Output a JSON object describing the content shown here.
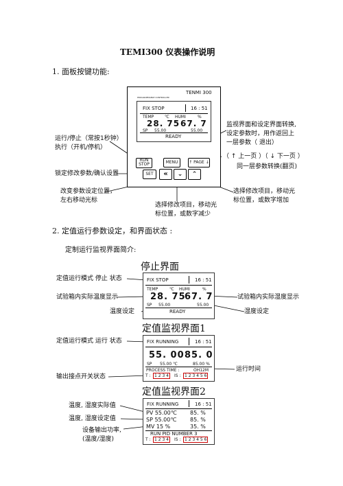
{
  "doc": {
    "title": "TEMI300  仪表操作说明",
    "s1": "1.   面板按键功能:",
    "s2": "2.   定值运行参数设定，和界面状态  :",
    "s2sub": "定制运行监视界面简介:"
  },
  "panel": {
    "brand": "TENMI 300",
    "small": "PROGRAMMABLE CONTROLLER",
    "mode": "FIX  STOP",
    "time": "16 : 51",
    "temp": "TEMP",
    "tempUnit": "℃",
    "humi": "HUMI",
    "humiUnit": "%",
    "tval": "28. 75",
    "hval": "67. 7",
    "sp": "SP",
    "spT": "55.00",
    "spH": "55.00",
    "state": "READY",
    "keys": {
      "run": "RUN\nSTOP",
      "menu": "MENU",
      "page": "PAGE",
      "set": "SET"
    },
    "annot": {
      "run": "运行/停止（常按1秒钟）\n执行（开机/停机）",
      "set": "锁定修改参数/确认设置",
      "leftright": "改变参数设定位置，\n左右移动光标",
      "updown": "选择修改项目，移动光\n标位置，或数字减少",
      "upadd": "选择修改项目，移动光\n标位置，或数字增加",
      "menu": "监视界面和设定界面转换,\n设定参数时，用作返回上\n一层参数（ 退出）",
      "pagearr": "（ ↑ 上一页 ）（ ↓ 下一页 ）",
      "page": "同一层参数转换(翻页)"
    }
  },
  "screens": {
    "stop": {
      "heading": "停止界面",
      "mode": "FIX  STOP",
      "time": "16 : 51",
      "temp": "TEMP",
      "tempUnit": "℃",
      "humi": "HUMI",
      "humiUnit": "%",
      "tval": "28. 75",
      "hval": "67. 7",
      "sp": "SP",
      "spT": "55.00",
      "spH": "55.00",
      "state": "READY",
      "ann_mode": "定值运行模式  停止  状态",
      "ann_temp": "试验箱内实际温度显示",
      "ann_tset": "温度设定",
      "ann_hum": "试验箱内实际湿度显示",
      "ann_hset": "湿度设定"
    },
    "mon1": {
      "heading": "定值监视界面1",
      "mode": "FIX  RUNNING",
      "time": "16 : 51",
      "tval": "55. 00",
      "hval": "85. 0",
      "sp": "SP",
      "spT": "55.00 ℃",
      "spH": "85.00  %",
      "process": "PROCESS  TIME :",
      "ptime": "OH12M",
      "t": "T :",
      "tnums": "1 2 3 4",
      "is": "IS :",
      "isnums": "1 2 3 4 5 6",
      "ann_mode": "定值运行模式  运行  状态",
      "ann_out": "输出接点开关状态",
      "ann_time": "运行时间"
    },
    "mon2": {
      "heading": "定值监视界面2",
      "mode": "FIX  RUNNING",
      "time": "16 : 51",
      "pv": "PV  55.00℃",
      "pvh": "85. %",
      "sp": "SP  55.00℃",
      "sph": "85. %",
      "mv": "MV    15  %",
      "mvh": "35. %",
      "pid": "RUN  PID  NUMBER  3",
      "t": "T :",
      "tnums": "1 2 3 4",
      "is": "IS :",
      "isnums": "1 2 3 4 5 6",
      "ann_pv": "温度,    湿度实际值",
      "ann_sp": "温度,    湿度设定值",
      "ann_mv": "设备输出功率,\n(温度/湿度)"
    }
  }
}
